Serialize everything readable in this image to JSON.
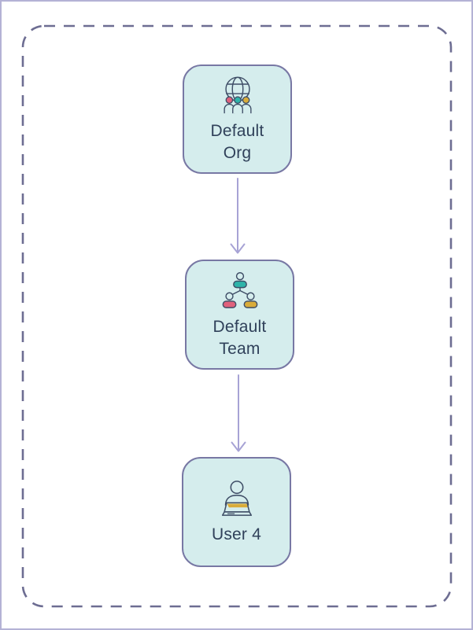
{
  "diagram": {
    "title": "organization hierarchy diagram",
    "nodes": [
      {
        "id": "default-org",
        "label": "Default Org",
        "icon": "org-globe-users-icon"
      },
      {
        "id": "default-team",
        "label": "Default Team",
        "icon": "team-hierarchy-icon"
      },
      {
        "id": "user-4",
        "label": "User 4",
        "icon": "user-laptop-icon"
      }
    ],
    "edges": [
      {
        "from": "default-org",
        "to": "default-team",
        "style": "arrow-down"
      },
      {
        "from": "default-team",
        "to": "user-4",
        "style": "arrow-down"
      }
    ],
    "boundary": "dashed-rounded-rectangle"
  },
  "colors": {
    "background": "#ffffff",
    "frame_border": "#b4b2d5",
    "boundary_dash": "#6d6d92",
    "node_fill": "#d5eded",
    "node_border": "#7878a4",
    "label_text": "#30415a",
    "arrow": "#a7a3d5",
    "icon_outline": "#3e4d66",
    "accent_pink": "#e0617c",
    "accent_teal": "#2eb3a9",
    "accent_yellow": "#d9ac3a"
  }
}
